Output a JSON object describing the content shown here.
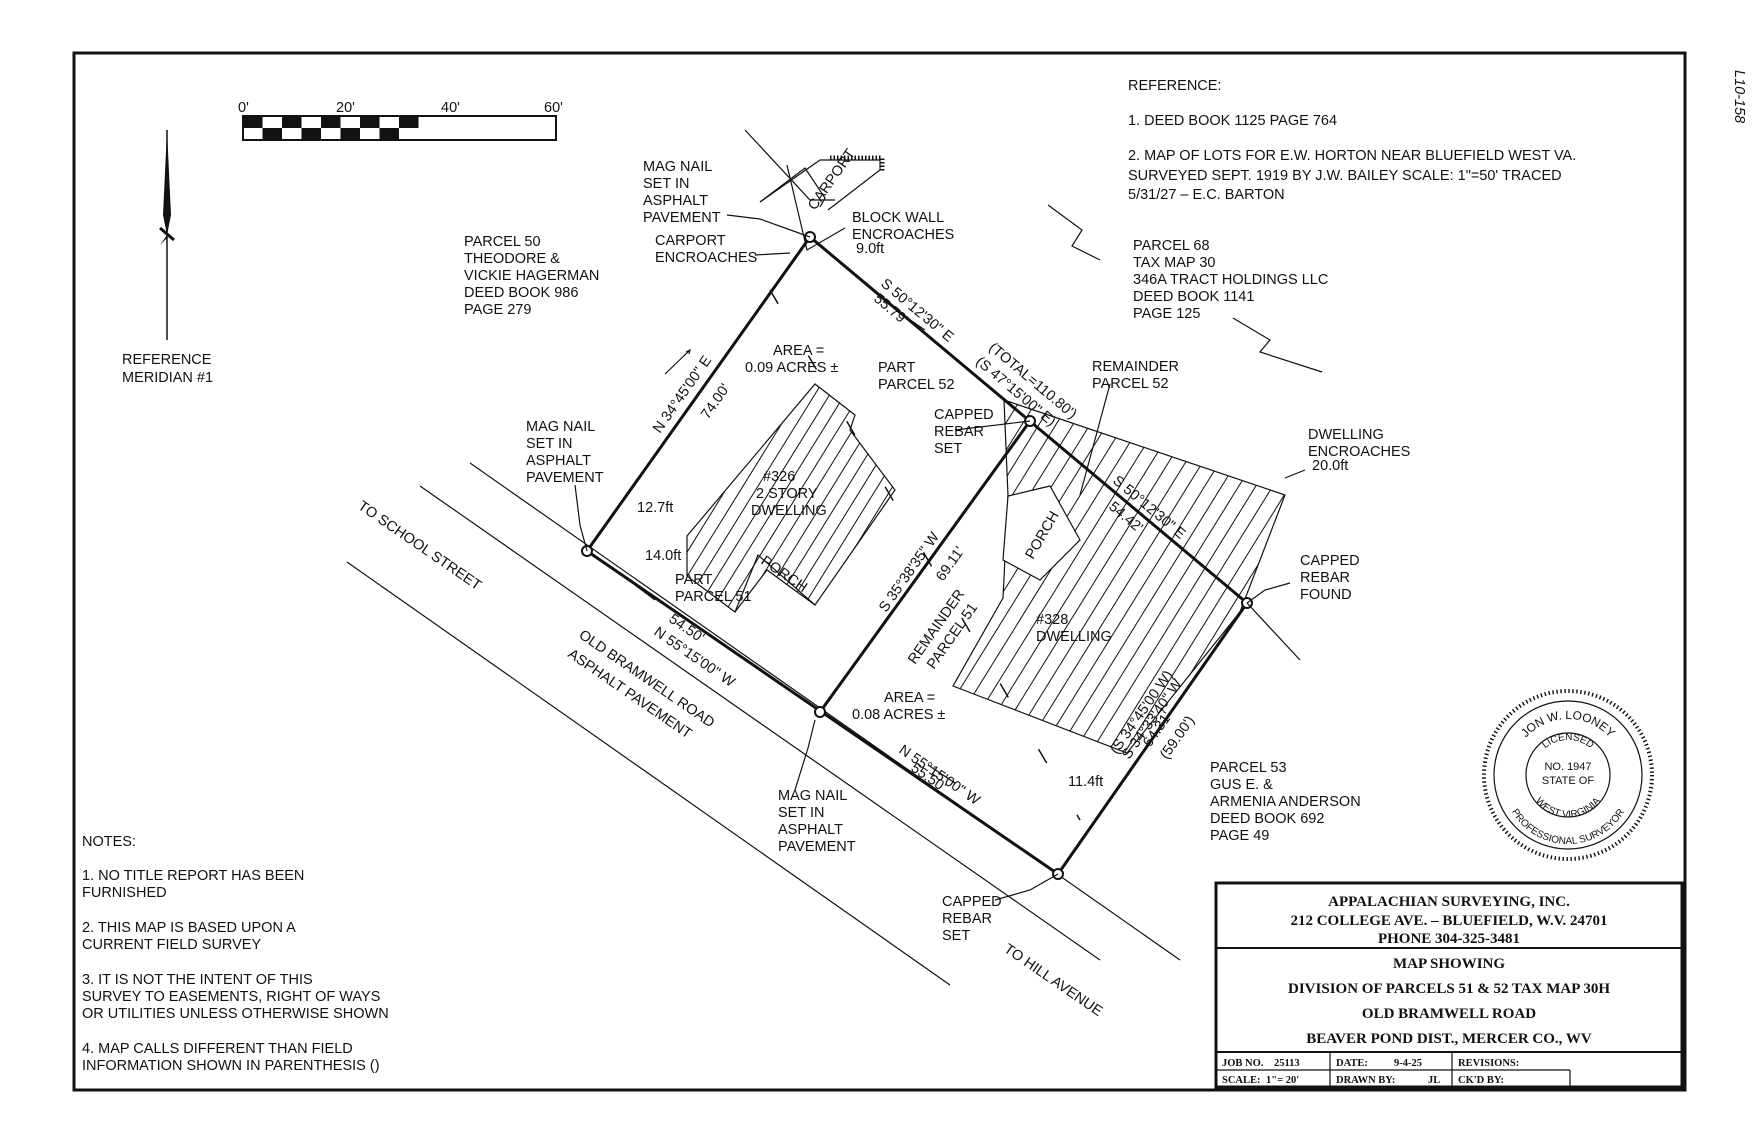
{
  "side_note": "L10-158",
  "scale_bar": {
    "labels": [
      "0'",
      "20'",
      "40'",
      "60'"
    ]
  },
  "meridian": [
    "REFERENCE",
    "MERIDIAN #1"
  ],
  "reference": {
    "title": "REFERENCE:",
    "lines": [
      "1. DEED BOOK 1125 PAGE 764",
      "2. MAP OF LOTS FOR E.W. HORTON NEAR BLUEFIELD WEST VA.",
      "SURVEYED SEPT. 1919 BY J.W. BAILEY SCALE: 1\"=50' TRACED",
      "5/31/27 – E.C. BARTON"
    ]
  },
  "parcel_50": [
    "PARCEL 50",
    "THEODORE &",
    "VICKIE HAGERMAN",
    "DEED BOOK 986",
    "PAGE 279"
  ],
  "parcel_68": [
    "PARCEL 68",
    "TAX MAP 30",
    "346A TRACT HOLDINGS LLC",
    "DEED BOOK 1141",
    "PAGE 125"
  ],
  "parcel_53": [
    "PARCEL 53",
    "GUS E. &",
    "ARMENIA ANDERSON",
    "DEED BOOK 692",
    "PAGE 49"
  ],
  "callouts": {
    "mag_nail_top": [
      "MAG NAIL",
      "SET IN",
      "ASPHALT",
      "PAVEMENT"
    ],
    "mag_nail_left": [
      "MAG NAIL",
      "SET IN",
      "ASPHALT",
      "PAVEMENT"
    ],
    "mag_nail_bottom": [
      "MAG NAIL",
      "SET IN",
      "ASPHALT",
      "PAVEMENT"
    ],
    "carport_encroaches": [
      "CARPORT",
      "ENCROACHES"
    ],
    "block_wall": [
      "BLOCK WALL",
      "ENCROACHES"
    ],
    "block_wall_dist": "9.0ft",
    "carport": "CARPORT",
    "capped_rebar_mid": [
      "CAPPED",
      "REBAR",
      "SET"
    ],
    "capped_rebar_found": [
      "CAPPED",
      "REBAR",
      "FOUND"
    ],
    "capped_rebar_bottom": [
      "CAPPED",
      "REBAR",
      "SET"
    ],
    "remainder_52": [
      "REMAINDER",
      "PARCEL 52"
    ],
    "dwelling_encroaches": [
      "DWELLING",
      "ENCROACHES"
    ],
    "dwelling_dist": "20.0ft"
  },
  "areas": {
    "area1": [
      "AREA =",
      "0.09 ACRES ±"
    ],
    "area2": [
      "AREA =",
      "0.08 ACRES ±"
    ],
    "part_52": [
      "PART",
      "PARCEL 52"
    ],
    "part_51": [
      "PART",
      "PARCEL 51"
    ],
    "remainder_51": [
      "REMAINDER",
      "PARCEL 51"
    ]
  },
  "dwellings": {
    "d326": [
      "#326",
      "2 STORY",
      "DWELLING"
    ],
    "d328": [
      "#328",
      "DWELLING"
    ],
    "porch": "PORCH"
  },
  "bearings": {
    "left_bearing": "N 34°45'00\" E",
    "left_dist": "74.00'",
    "top_bearing": "S 50°12'30\" E",
    "top_dist": "55.79'",
    "top_total": "(TOTAL=110.80')",
    "top_record": "(S 47°15'00\" E)",
    "top2_bearing": "S 50°12'30\" E",
    "top2_dist": "54.42'",
    "mid_bearing": "S 35°38'35\" W",
    "mid_dist": "69.11'",
    "right_record": "(S 34°45'00 W)",
    "right_bearing": "S 34°33'40\" W",
    "right_dist": "64.31'",
    "right_record_dist": "(59.00')",
    "front1_dist": "54.50'",
    "front1_bearing": "N 55°15'00\" W",
    "front2_bearing": "N 55°15'00\" W",
    "front2_dist": "55.50'",
    "offset_a": "12.7ft",
    "offset_b": "14.0ft",
    "offset_c": "11.4ft"
  },
  "roads": {
    "road_name": "OLD BRAMWELL ROAD",
    "road_surface": "ASPHALT PAVEMENT",
    "to_school": "TO SCHOOL STREET",
    "to_hill": "TO HILL AVENUE"
  },
  "notes": {
    "title": "NOTES:",
    "items": [
      [
        "1. NO TITLE REPORT HAS BEEN",
        "FURNISHED"
      ],
      [
        "2. THIS MAP IS BASED UPON A",
        "CURRENT FIELD SURVEY"
      ],
      [
        "3. IT IS NOT THE INTENT OF THIS",
        "SURVEY TO EASEMENTS, RIGHT OF WAYS",
        "OR UTILITIES UNLESS OTHERWISE SHOWN"
      ],
      [
        "4. MAP CALLS DIFFERENT THAN FIELD",
        "INFORMATION SHOWN IN PARENTHESIS ()"
      ]
    ]
  },
  "seal": {
    "top_arc": "JON W. LOONEY",
    "licensed": "LICENSED",
    "number": "NO. 1947",
    "state_of": "STATE OF",
    "bottom_arc": "WEST VIRGINIA",
    "outer_bottom": "PROFESSIONAL SURVEYOR"
  },
  "title_block": {
    "company": "APPALACHIAN SURVEYING, INC.",
    "address": "212 COLLEGE AVE. – BLUEFIELD, W.V. 24701",
    "phone": "PHONE 304-325-3481",
    "map_showing": "MAP SHOWING",
    "division": "DIVISION OF PARCELS 51 & 52 TAX MAP 30H",
    "road": "OLD BRAMWELL ROAD",
    "district": "BEAVER POND DIST., MERCER CO., WV",
    "job_no_label": "JOB NO.",
    "job_no": "25113",
    "date_label": "DATE:",
    "date": "9-4-25",
    "revisions_label": "REVISIONS:",
    "scale_label": "SCALE:",
    "scale": "1\"= 20'",
    "drawn_label": "DRAWN BY:",
    "drawn": "JL",
    "ckd_label": "CK'D BY:"
  }
}
